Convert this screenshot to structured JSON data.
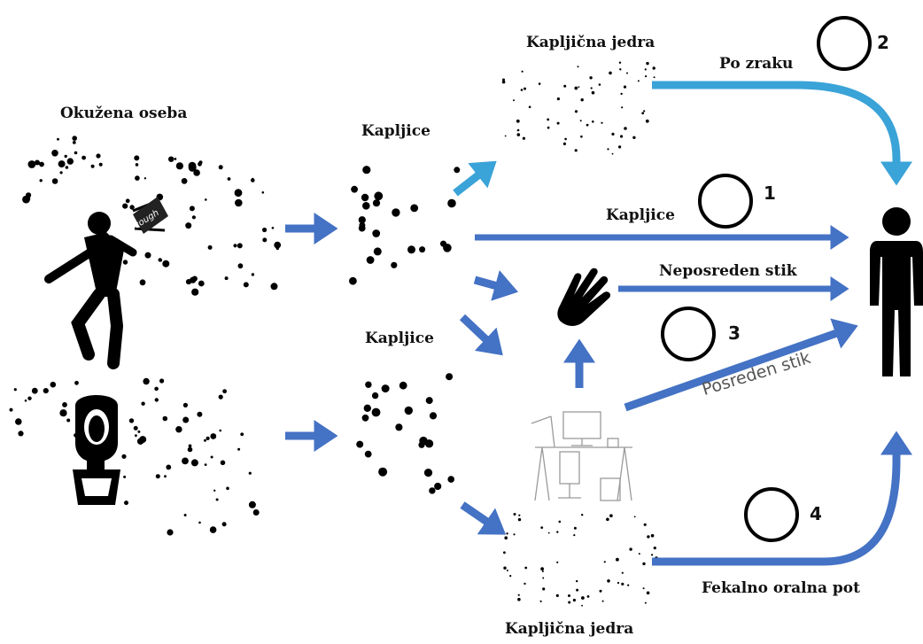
{
  "labels": {
    "infected_person": "Okužena oseba",
    "droplets_top": "Kapljice",
    "droplets_bottom": "Kapljice",
    "nuclei_top": "Kapljična jedra",
    "nuclei_bottom": "Kapljična jedra",
    "airborne": "Po zraku",
    "droplets_route": "Kapljice",
    "direct_contact": "Neposreden stik",
    "indirect_contact": "Posreden stik",
    "fecal_oral": "Fekalno oralna pot",
    "cough": "cough"
  },
  "markers": {
    "m1": "1",
    "m2": "2",
    "m3": "3",
    "m4": "4"
  },
  "colors": {
    "arrow_dark": "#4472c4",
    "arrow_light": "#3aa3d8",
    "ink": "#000000"
  },
  "icons": [
    "coughing-person-icon",
    "toilet-icon",
    "hand-icon",
    "desk-workspace-icon",
    "standing-person-icon"
  ]
}
